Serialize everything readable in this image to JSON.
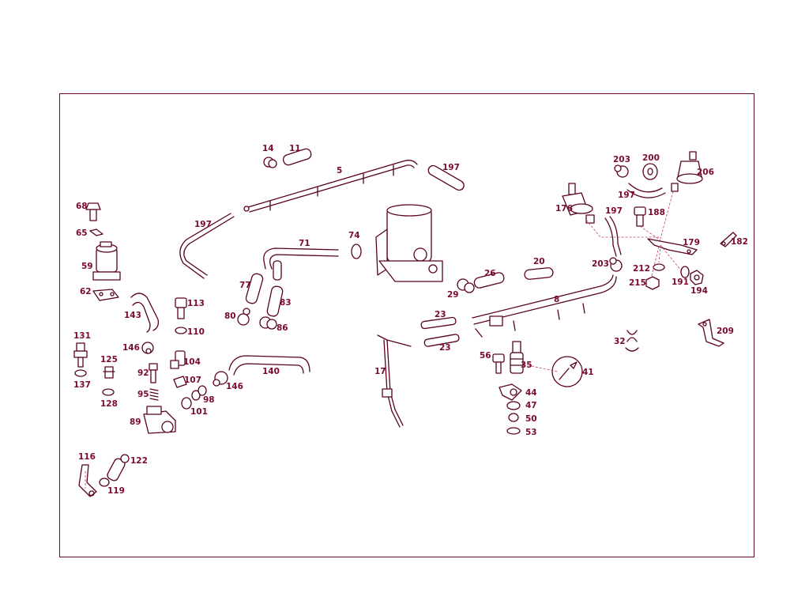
{
  "colors": {
    "frame": "#6a0a2a",
    "stroke": "#5a0020",
    "label": "#7a0a30",
    "leader": "#c0406a"
  },
  "callouts": [
    {
      "id": "5",
      "label": "5"
    },
    {
      "id": "8",
      "label": "8"
    },
    {
      "id": "11",
      "label": "11"
    },
    {
      "id": "14",
      "label": "14"
    },
    {
      "id": "17",
      "label": "17"
    },
    {
      "id": "20",
      "label": "20"
    },
    {
      "id": "23a",
      "label": "23"
    },
    {
      "id": "23b",
      "label": "23"
    },
    {
      "id": "26",
      "label": "26"
    },
    {
      "id": "29",
      "label": "29"
    },
    {
      "id": "32",
      "label": "32"
    },
    {
      "id": "35",
      "label": "35"
    },
    {
      "id": "41",
      "label": "41"
    },
    {
      "id": "44",
      "label": "44"
    },
    {
      "id": "47",
      "label": "47"
    },
    {
      "id": "50",
      "label": "50"
    },
    {
      "id": "53",
      "label": "53"
    },
    {
      "id": "56",
      "label": "56"
    },
    {
      "id": "59",
      "label": "59"
    },
    {
      "id": "62",
      "label": "62"
    },
    {
      "id": "65",
      "label": "65"
    },
    {
      "id": "68",
      "label": "68"
    },
    {
      "id": "71",
      "label": "71"
    },
    {
      "id": "74",
      "label": "74"
    },
    {
      "id": "77",
      "label": "77"
    },
    {
      "id": "80",
      "label": "80"
    },
    {
      "id": "83",
      "label": "83"
    },
    {
      "id": "86",
      "label": "86"
    },
    {
      "id": "89",
      "label": "89"
    },
    {
      "id": "92",
      "label": "92"
    },
    {
      "id": "95",
      "label": "95"
    },
    {
      "id": "98",
      "label": "98"
    },
    {
      "id": "101",
      "label": "101"
    },
    {
      "id": "104",
      "label": "104"
    },
    {
      "id": "107",
      "label": "107"
    },
    {
      "id": "110",
      "label": "110"
    },
    {
      "id": "113",
      "label": "113"
    },
    {
      "id": "116",
      "label": "116"
    },
    {
      "id": "119",
      "label": "119"
    },
    {
      "id": "122",
      "label": "122"
    },
    {
      "id": "125",
      "label": "125"
    },
    {
      "id": "128",
      "label": "128"
    },
    {
      "id": "131",
      "label": "131"
    },
    {
      "id": "137",
      "label": "137"
    },
    {
      "id": "140",
      "label": "140"
    },
    {
      "id": "143",
      "label": "143"
    },
    {
      "id": "146a",
      "label": "146"
    },
    {
      "id": "146b",
      "label": "146"
    },
    {
      "id": "176",
      "label": "176"
    },
    {
      "id": "179",
      "label": "179"
    },
    {
      "id": "182",
      "label": "182"
    },
    {
      "id": "188",
      "label": "188"
    },
    {
      "id": "191",
      "label": "191"
    },
    {
      "id": "194",
      "label": "194"
    },
    {
      "id": "197a",
      "label": "197"
    },
    {
      "id": "197b",
      "label": "197"
    },
    {
      "id": "197c",
      "label": "197"
    },
    {
      "id": "197d",
      "label": "197"
    },
    {
      "id": "200",
      "label": "200"
    },
    {
      "id": "203a",
      "label": "203"
    },
    {
      "id": "203b",
      "label": "203"
    },
    {
      "id": "206",
      "label": "206"
    },
    {
      "id": "209",
      "label": "209"
    },
    {
      "id": "212",
      "label": "212"
    },
    {
      "id": "215",
      "label": "215"
    }
  ]
}
